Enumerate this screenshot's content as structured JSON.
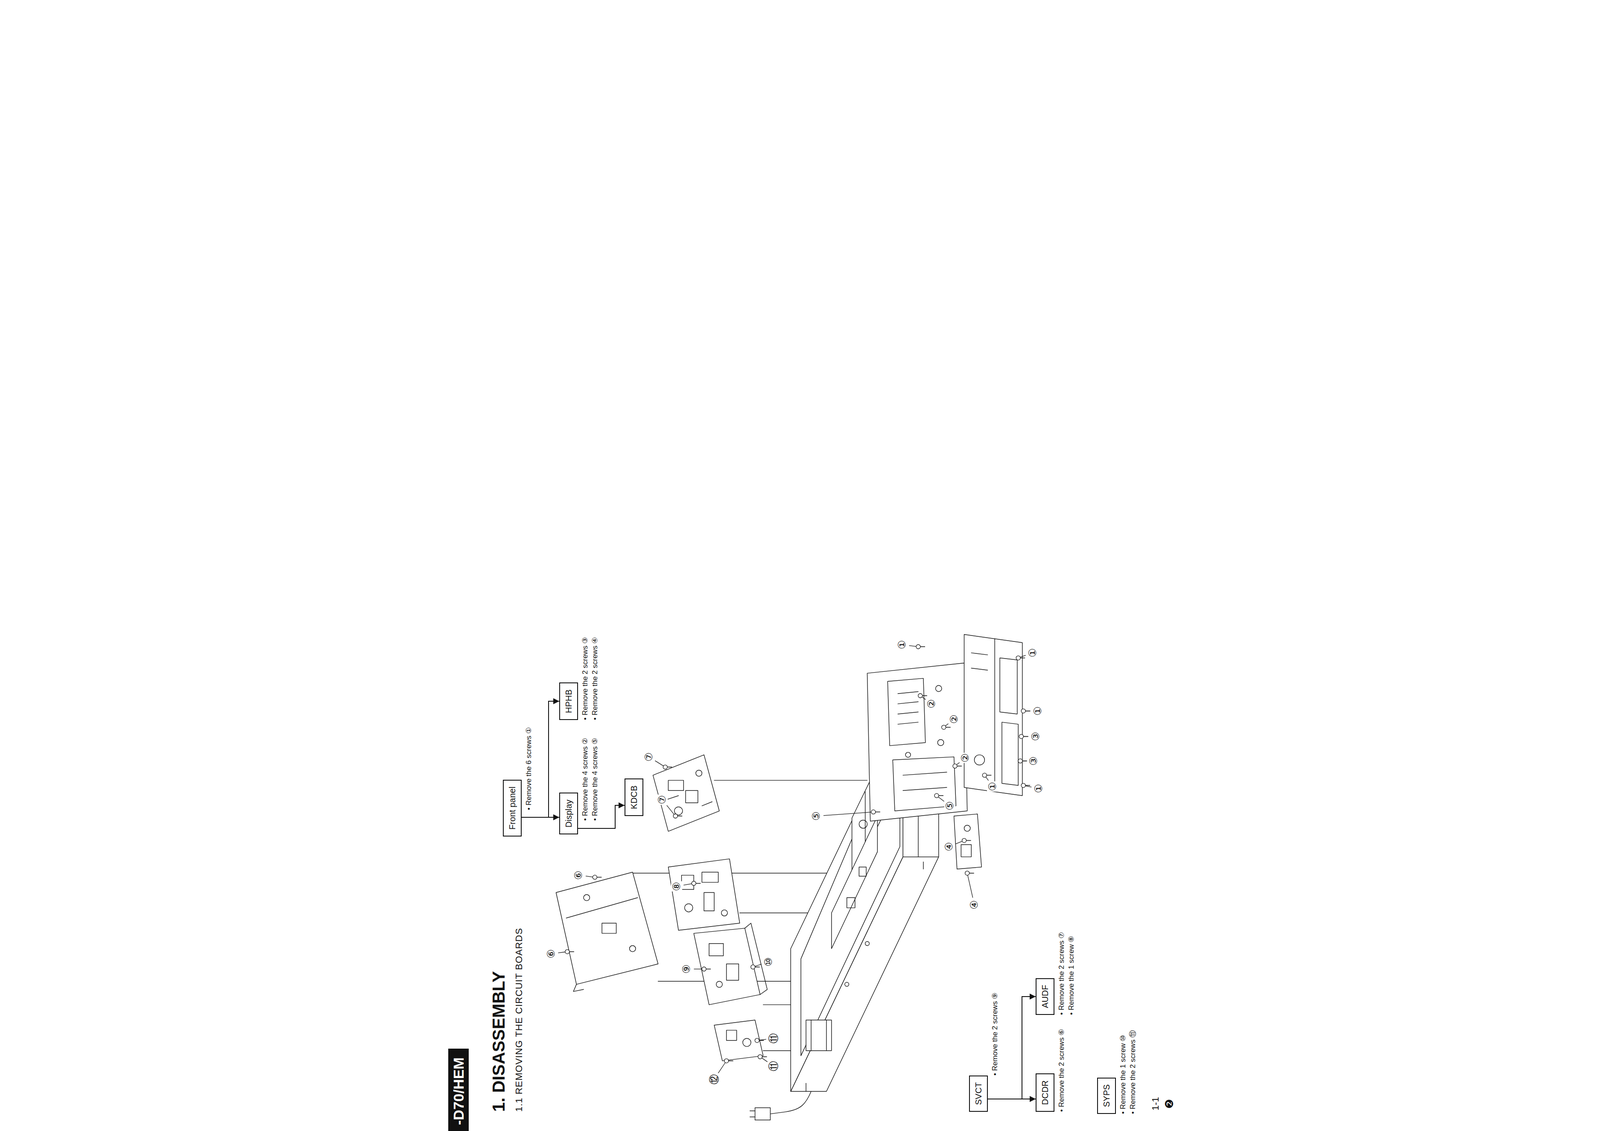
{
  "diagram": {
    "title": "1. DISASSEMBLY",
    "nodes": [
      {
        "text": [
          "Front panel",
          "• Remove the 6 screws ①"
        ]
      },
      {
        "text": [
          "Display",
          "• Remove the 4 screws ②",
          "• Remove the 4 screws ⑤"
        ]
      },
      {
        "text": [
          "HPHB",
          "• Remove the 2 screws ③",
          "• Remove the 2 screws ④"
        ]
      },
      {
        "text": [
          "KDCB"
        ]
      },
      {
        "text": [
          "SVCT",
          "• Remove the 2 screws ⑨"
        ]
      },
      {
        "text": [
          "DCDR",
          "• Remove the 2 screws ⑥"
        ]
      },
      {
        "text": [
          "AUDF",
          "• Remove the 2 screws ⑦",
          "• Remove the 1 screw ⑧"
        ]
      },
      {
        "text": [
          "SYPS",
          "• Remove the 1 screw ⑩",
          "• Remove the 2 screws ⑪"
        ]
      }
    ],
    "edges": [
      {
        "from": 0,
        "to": 1,
        "arrow": "to"
      },
      {
        "from": 0,
        "to": 2,
        "arrow": "to"
      },
      {
        "from": 1,
        "to": 3,
        "arrow": "to"
      },
      {
        "from": 4,
        "to": 5,
        "arrow": "to"
      },
      {
        "from": 4,
        "to": 6,
        "arrow": "to"
      }
    ],
    "labels": [
      "-D70/HEM",
      "1.1 REMOVING THE CIRCUIT BOARDS",
      "①",
      "①",
      "①",
      "①",
      "①",
      "②",
      "②",
      "②",
      "③",
      "③",
      "④",
      "④",
      "⑤",
      "⑤",
      "⑥",
      "⑥",
      "⑦",
      "⑦",
      "⑧",
      "⑨",
      "⑩",
      "⑪",
      "⑪",
      "⑫",
      "1-1",
      "❷"
    ]
  }
}
